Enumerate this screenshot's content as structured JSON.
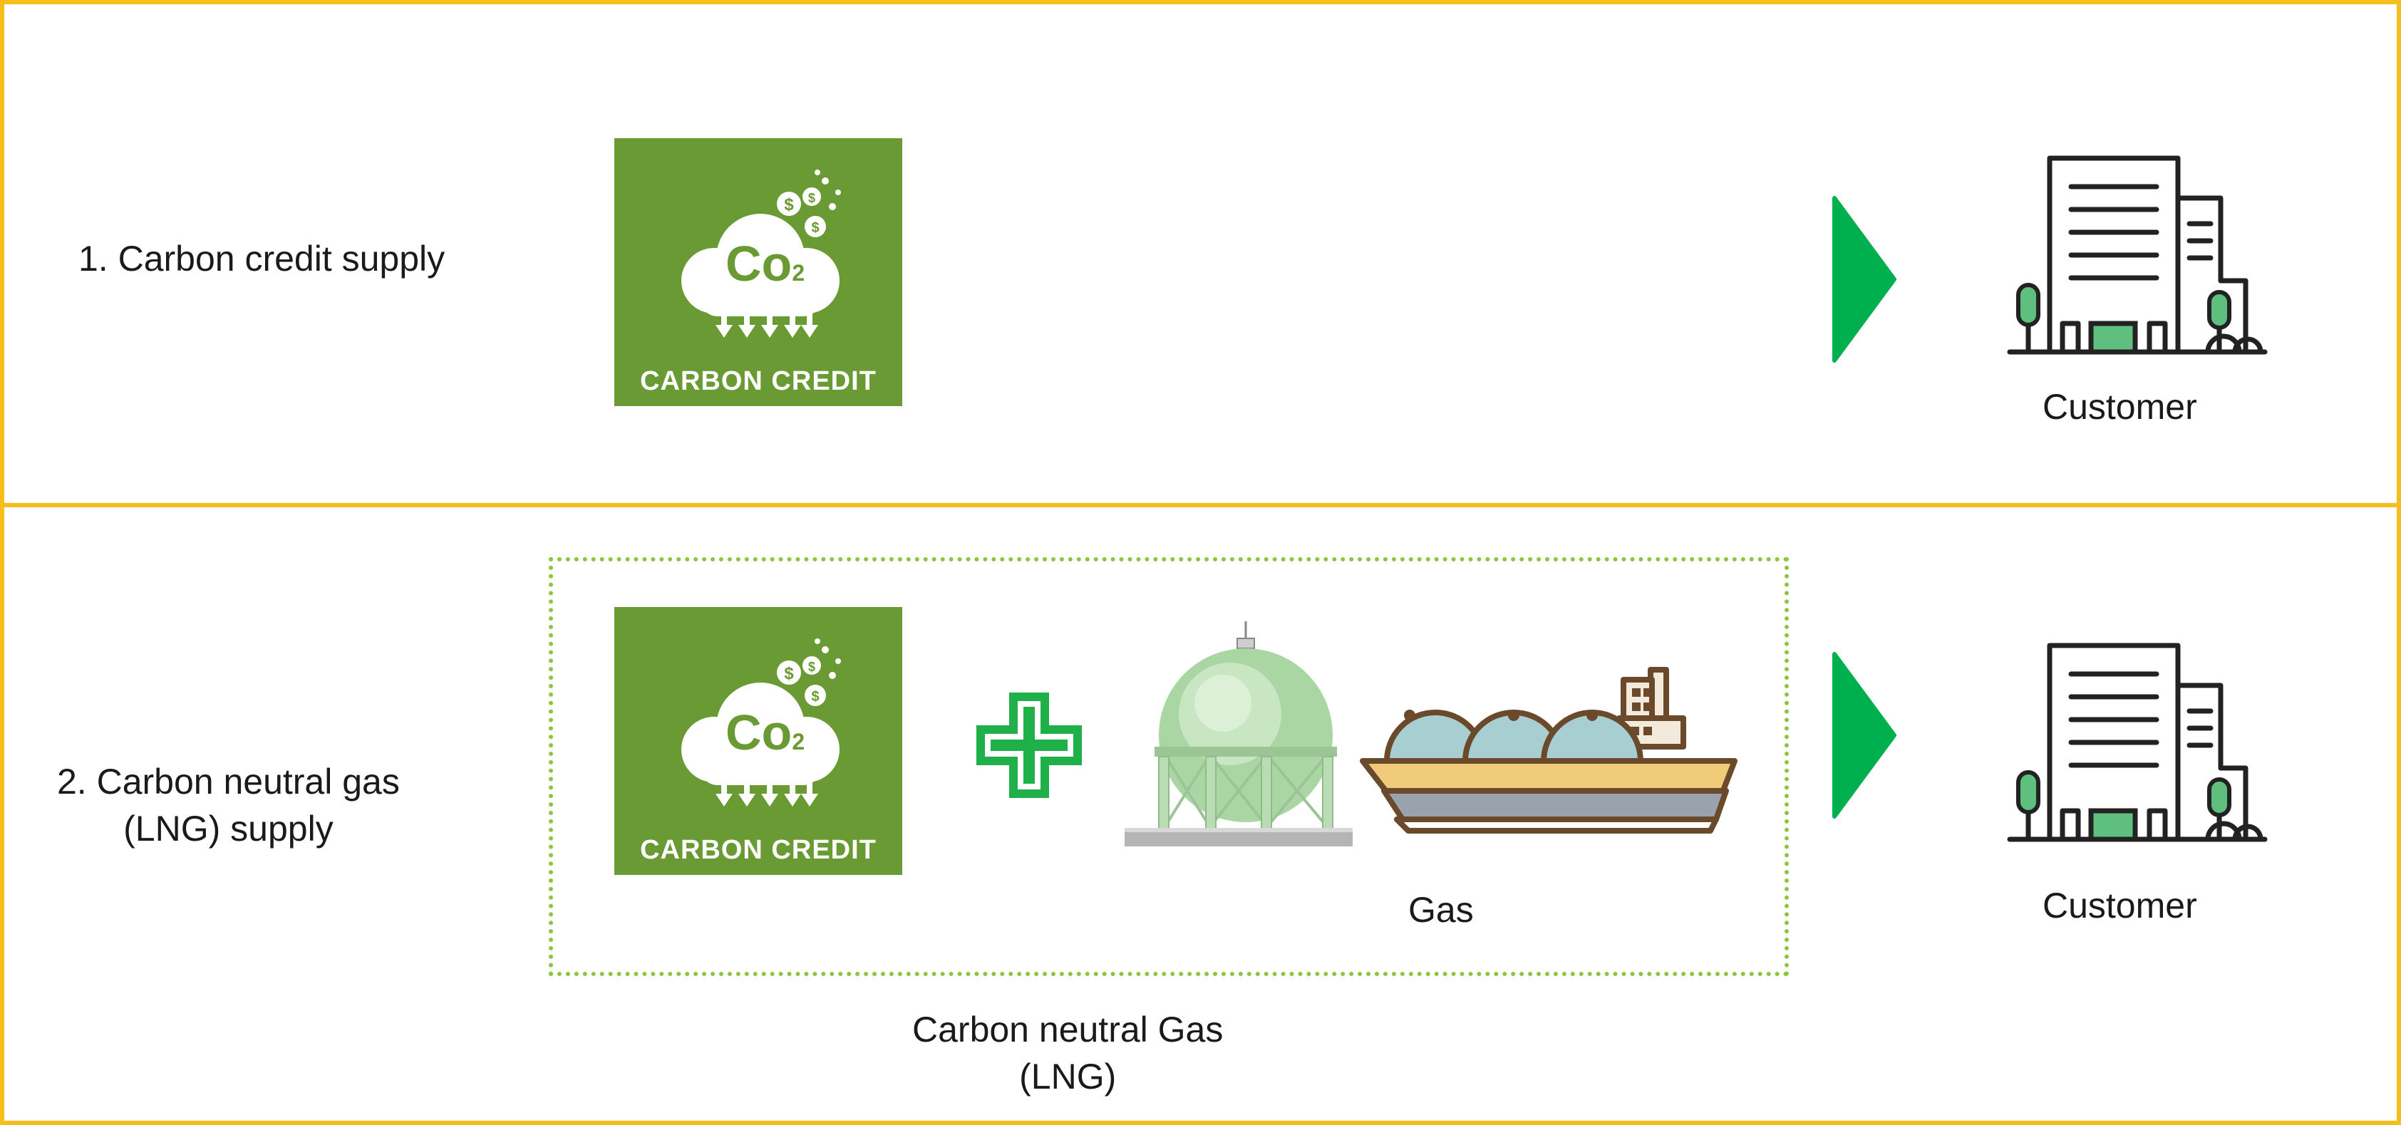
{
  "rows": [
    {
      "label": "1. Carbon credit supply",
      "card_text": "CARBON CREDIT",
      "card_formula": "Co",
      "card_subscript": "2",
      "customer_label": "Customer"
    },
    {
      "label_line1": "2. Carbon neutral gas",
      "label_line2": "(LNG) supply",
      "card_text": "CARBON CREDIT",
      "card_formula": "Co",
      "card_subscript": "2",
      "gas_label": "Gas",
      "bundle_label_line1": "Carbon neutral Gas",
      "bundle_label_line2": "(LNG)",
      "customer_label": "Customer"
    }
  ],
  "colors": {
    "border": "#f5be1a",
    "card_green": "#6a9a34",
    "arrow_green": "#00b04f",
    "plus_green": "#1fb04a",
    "dotted_green": "#8cc63f",
    "tank_green": "#a9d6a3",
    "building_accent": "#5fbf7f"
  },
  "icons": [
    "co2-cloud-icon",
    "dollar-coin-icon",
    "plus-icon",
    "gas-tank-icon",
    "lng-ship-icon",
    "play-arrow-icon",
    "office-building-icon"
  ]
}
